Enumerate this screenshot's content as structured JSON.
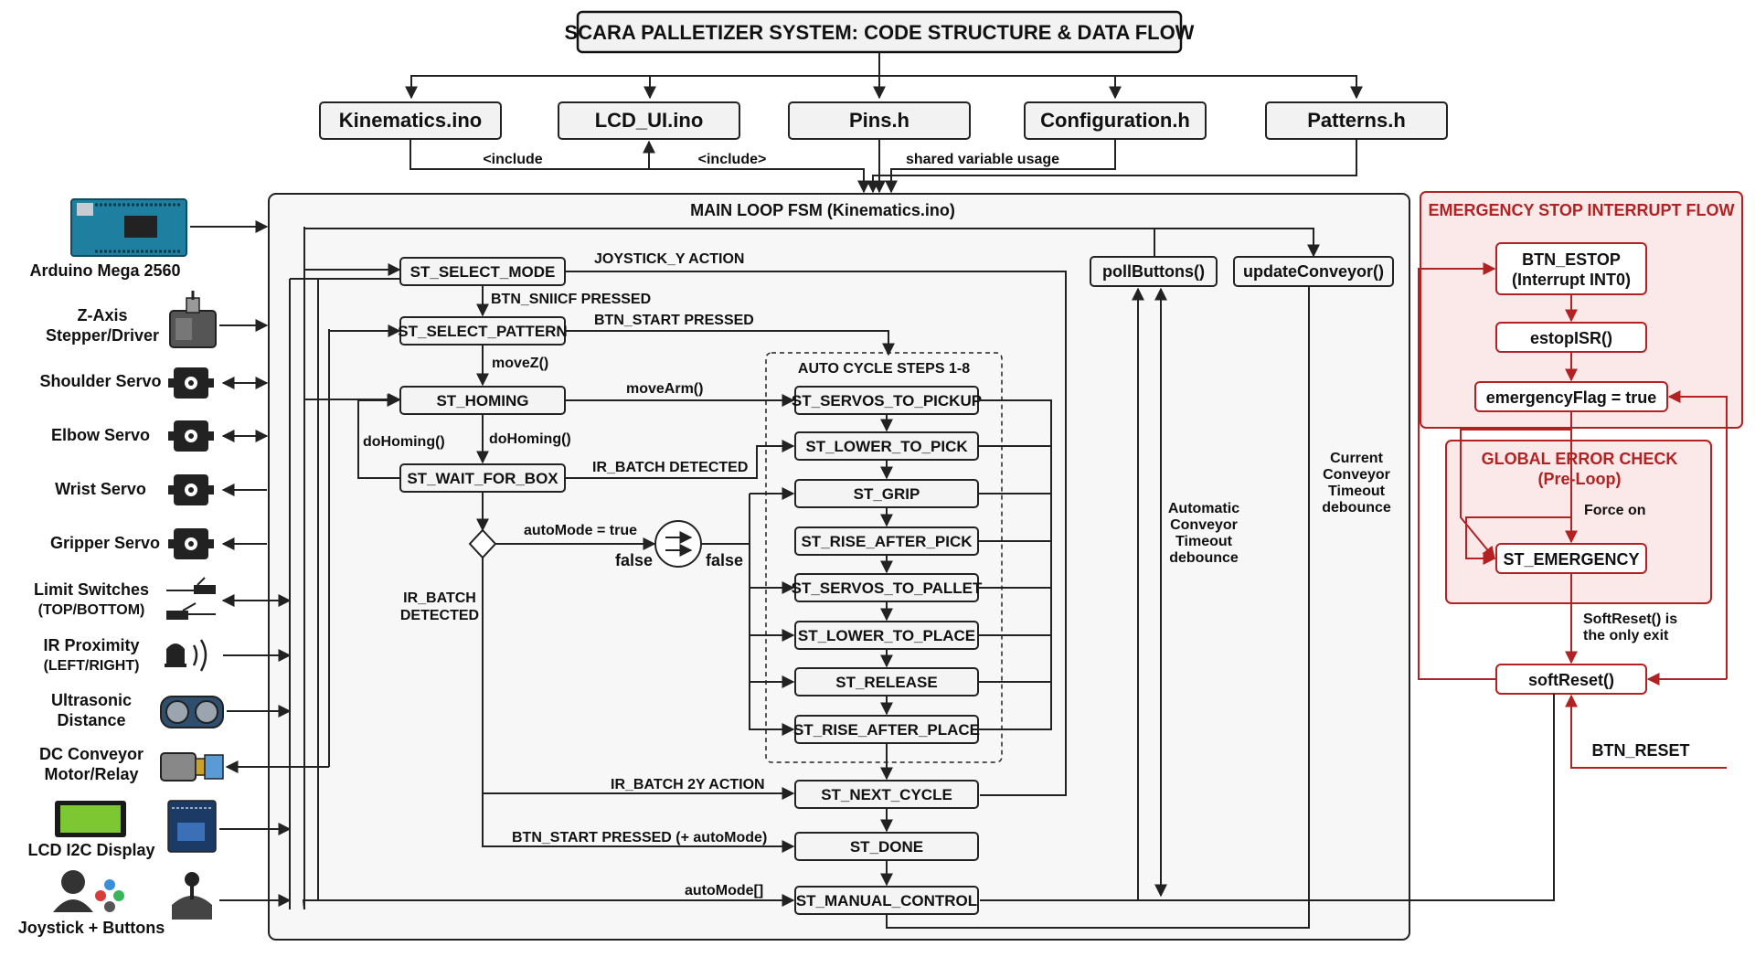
{
  "title": "SCARA PALLETIZER SYSTEM: CODE STRUCTURE & DATA FLOW",
  "files": {
    "kinematics": "Kinematics.ino",
    "lcd_ui": "LCD_UI.ino",
    "pins": "Pins.h",
    "configuration": "Configuration.h",
    "patterns": "Patterns.h"
  },
  "file_edge_labels": {
    "include1": "<include",
    "include2": "<include>",
    "shared": "shared variable usage"
  },
  "main_loop_title": "MAIN LOOP FSM (Kinematics.ino)",
  "hardware": {
    "arduino": "Arduino Mega 2560",
    "z_axis_1": "Z-Axis",
    "z_axis_2": "Stepper/Driver",
    "shoulder": "Shoulder Servo",
    "elbow": "Elbow Servo",
    "wrist": "Wrist Servo",
    "gripper": "Gripper Servo",
    "limit_1": "Limit Switches",
    "limit_2": "(TOP/BOTTOM)",
    "ir_1": "IR Proximity",
    "ir_2": "(LEFT/RIGHT)",
    "ultra_1": "Ultrasonic",
    "ultra_2": "Distance",
    "dc_1": "DC Conveyor",
    "dc_2": "Motor/Relay",
    "lcd": "LCD I2C Display",
    "joystick": "Joystick + Buttons"
  },
  "states": {
    "select_mode": "ST_SELECT_MODE",
    "select_pattern": "ST_SELECT_PATTERN",
    "homing": "ST_HOMING",
    "wait_for_box": "ST_WAIT_FOR_BOX",
    "servos_to_pickup": "ST_SERVOS_TO_PICKUP",
    "lower_to_pick": "ST_LOWER_TO_PICK",
    "grip": "ST_GRIP",
    "rise_after_pick": "ST_RISE_AFTER_PICK",
    "servos_to_pallet": "ST_SERVOS_TO_PALLET",
    "lower_to_place": "ST_LOWER_TO_PLACE",
    "release": "ST_RELEASE",
    "rise_after_place": "ST_RISE_AFTER_PLACE",
    "next_cycle": "ST_NEXT_CYCLE",
    "done": "ST_DONE",
    "manual_control": "ST_MANUAL_CONTROL",
    "poll_buttons": "pollButtons()",
    "update_conveyor": "updateConveyor()"
  },
  "auto_cycle_title": "AUTO CYCLE STEPS 1-8",
  "edge_labels": {
    "joystick_y": "JOYSTICK_Y ACTION",
    "btn_snii": "BTN_SNIICF PRESSED",
    "btn_start": "BTN_START PRESSED",
    "movez": "moveZ()",
    "movearm": "moveArm()",
    "dohoming_left": "doHoming()",
    "dohoming_right": "doHoming()",
    "ir_batch_detected": "IR_BATCH DETECTED",
    "automode_true": "autoMode = true",
    "false1": "false",
    "false2": "false",
    "ir_batch_1": "IR_BATCH",
    "ir_batch_2": "DETECTED",
    "ir_batch_2y": "IR_BATCH 2Y ACTION",
    "btn_start_auto": "BTN_START PRESSED (+ autoMode)",
    "automode_bracket": "autoMode[]",
    "auto_conv_1": "Automatic",
    "auto_conv_2": "Conveyor",
    "auto_conv_3": "Timeout",
    "auto_conv_4": "debounce",
    "cur_conv_1": "Current",
    "cur_conv_2": "Conveyor",
    "cur_conv_3": "Timeout",
    "cur_conv_4": "debounce"
  },
  "emergency": {
    "title": "EMERGENCY STOP INTERRUPT FLOW",
    "btn_estop_1": "BTN_ESTOP",
    "btn_estop_2": "(Interrupt INT0)",
    "estop_isr": "estopISR()",
    "flag": "emergencyFlag = true",
    "global_1": "GLOBAL ERROR CHECK",
    "global_2": "(Pre-Loop)",
    "force_on": "Force on",
    "st_emergency": "ST_EMERGENCY",
    "softreset_note_1": "SoftReset() is",
    "softreset_note_2": "the only exit",
    "soft_reset": "softReset()",
    "btn_reset": "BTN_RESET"
  },
  "colors": {
    "emergency": "#b22222",
    "emergency_fill": "#fbe9e9",
    "box_fill": "#f4f4f4",
    "lcd_green": "#7dc832",
    "arduino_teal": "#1f7fa0"
  }
}
